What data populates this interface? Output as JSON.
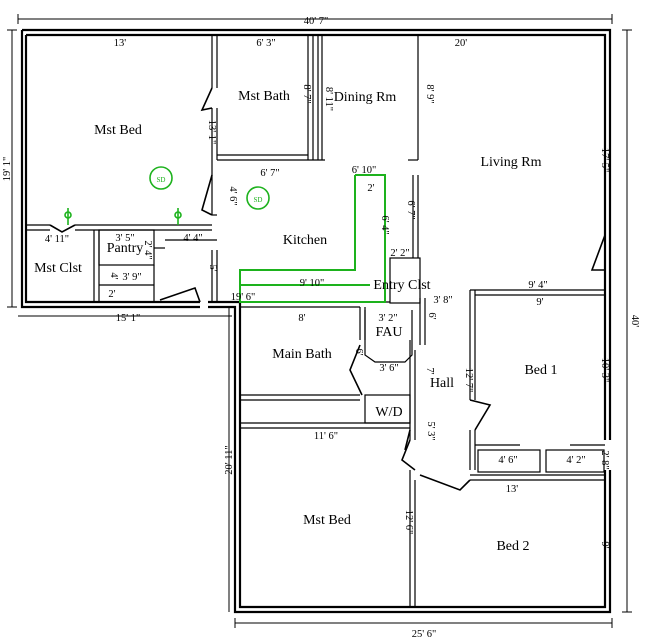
{
  "rooms": {
    "mst_bed_top": "Mst Bed",
    "mst_bath": "Mst Bath",
    "dining": "Dining Rm",
    "living": "Living Rm",
    "kitchen": "Kitchen",
    "mst_clst": "Mst Clst",
    "pantry": "Pantry",
    "entry_clst": "Entry Clst",
    "fau": "FAU",
    "main_bath": "Main Bath",
    "hall": "Hall",
    "wd": "W/D",
    "bed1": "Bed 1",
    "mst_bed_bottom": "Mst Bed",
    "bed2": "Bed 2"
  },
  "dims": {
    "overall_top": "40' 7\"",
    "overall_bottom": "25' 6\"",
    "overall_right": "40'",
    "left_upper": "19' 1\"",
    "left_lower": "20' 11\"",
    "mst_bed_width": "13'",
    "mst_bath_width": "6' 3\"",
    "living_width": "20'",
    "dining_height": "8' 11\"",
    "mst_bath_height": "8' 7\"",
    "dining_height_2": "8' 9\"",
    "mst_bed_height": "13' 1\"",
    "living_height": "17' 5\"",
    "kitchen_top": "6' 7\"",
    "kitchen_top_2": "6' 10\"",
    "kitchen_hall": "4' 6\"",
    "counter_2": "2'",
    "kitchen_6_4": "6' 4\"",
    "kitchen_6_7": "6' 7\"",
    "mst_clst_width": "4' 11\"",
    "pantry_width": "3' 5\"",
    "pantry_depth": "2' 4\"",
    "hall_4_4": "4' 4\"",
    "small_2_2": "2' 2\"",
    "kitchen_5": "5'",
    "pantry_3_9": "3' 9\"",
    "small_4": "4'",
    "small_2": "2'",
    "kitchen_9_10": "9' 10\"",
    "kitchen_19_6": "19' 6\"",
    "bottom_15_1": "15' 1\"",
    "main_bath_width": "8'",
    "fau_width": "3' 2\"",
    "entry_6": "6'",
    "entry_3_8": "3' 8\"",
    "bed1_9_4": "9' 4\"",
    "bed1_9": "9'",
    "bed1_10_3": "10' 3\"",
    "hall_12_7": "12' 7\"",
    "main_bath_6": "6'",
    "main_bath_3_6": "3' 6\"",
    "hall_7": "7'",
    "mst_bed_width_2": "11' 6\"",
    "hall_5_3": "5' 3\"",
    "closet_4_6": "4' 6\"",
    "closet_4_2": "4' 2\"",
    "bed1_2_8": "2' 8\"",
    "bed2_width": "13'",
    "mst_bed_depth": "12' 6\"",
    "bed2_depth": "9'"
  },
  "fixture_marks": {
    "tub_mark": "SD",
    "sink_mark": "SD"
  }
}
